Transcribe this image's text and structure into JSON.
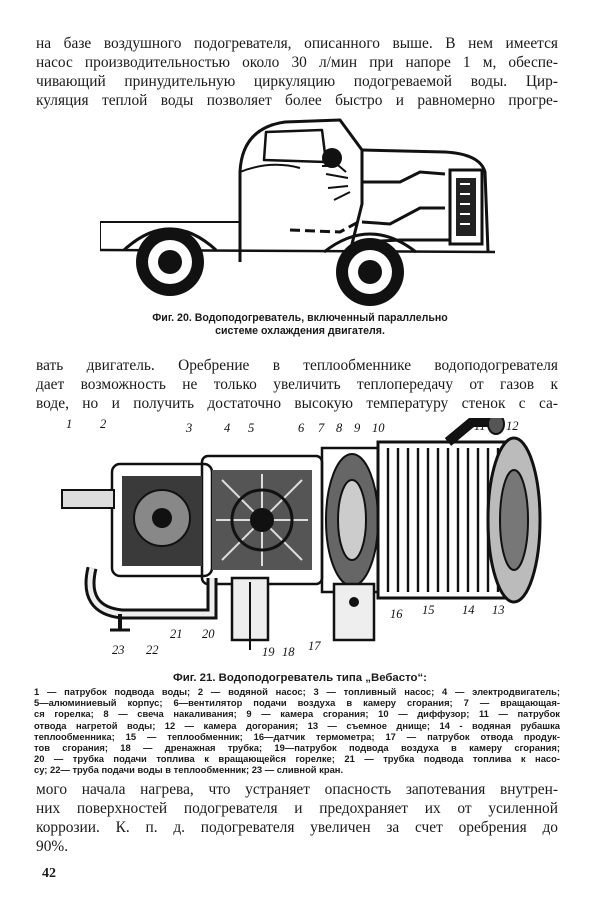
{
  "paragraph_top": [
    "на базе воздушного подогревателя, описанного выше. В нем имеется",
    "насос производительностью около 30 л/мин при напоре 1 м, обеспе-",
    "чивающий принудительную циркуляцию подогреваемой воды. Цир-",
    "куляция теплой воды позволяет более быстро и равномерно прогре-"
  ],
  "figure20": {
    "caption_line1": "Фиг. 20. Водоподогреватель, включенный параллельно",
    "caption_line2": "системе охлаждения двигателя."
  },
  "paragraph_middle": [
    "вать двигатель. Оребрение в теплообменнике водоподогревателя",
    "дает возможность не только увеличить теплопередачу от газов к",
    "воде, но и получить достаточно высокую температуру стенок с са-"
  ],
  "figure21": {
    "callouts": [
      "1",
      "2",
      "3",
      "4",
      "5",
      "6",
      "7",
      "8",
      "9",
      "10",
      "11",
      "12",
      "13",
      "14",
      "15",
      "16",
      "17",
      "18",
      "19",
      "20",
      "21",
      "22",
      "23"
    ],
    "caption": "Фиг. 21. Водоподогреватель типа „Вебасто“:",
    "legend_lines": [
      "1 — патрубок подвода воды; 2 — водяной насос; 3 — топливный насос; 4 — электродвигатель;",
      "5—алюминиевый корпус; 6—вентилятор подачи воздуха в камеру сгорания; 7 — вращающая-",
      "ся горелка; 8 — свеча накаливания; 9 — камера сгорания; 10 — диффузор; 11 — патрубок",
      "отвода нагретой воды; 12 — камера догорания; 13 — съемное днище; 14 - водяная рубашка",
      "теплообменника; 15 — теплообменник; 16—датчик термометра; 17 — патрубок отвода продук-",
      "тов сгорания; 18 — дренажная трубка; 19—патрубок подвода воздуха в камеру сгорания;",
      "20 — трубка подачи топлива к вращающейся горелке; 21 — трубка подвода топлива к насо-",
      "су; 22— труба подачи воды в теплообменник; 23 — сливной кран."
    ]
  },
  "paragraph_bottom": [
    "мого начала нагрева, что устраняет опасность запотевания внутрен-",
    "них поверхностей подогревателя и предохраняет их от усиленной",
    "коррозии. К. п. д. подогревателя увеличен за счет оребрения до",
    "90%."
  ],
  "page_number": "42"
}
